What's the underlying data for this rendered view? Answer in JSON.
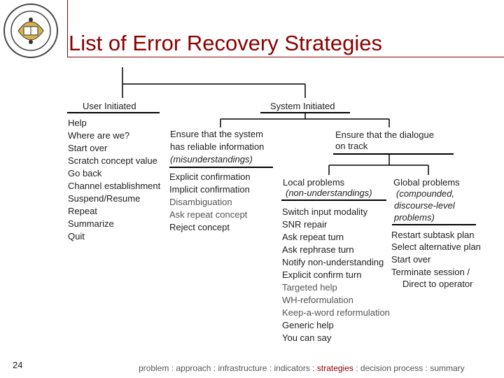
{
  "title": "List of Error Recovery Strategies",
  "page_number": "24",
  "seal_icon": "university-seal-icon",
  "user_initiated": {
    "heading": "User Initiated",
    "items": [
      "Help",
      "Where are we?",
      "Start over",
      "Scratch concept value",
      "Go back",
      "Channel establishment",
      "Suspend/Resume",
      "Repeat",
      "Summarize",
      "Quit"
    ]
  },
  "system_initiated": {
    "heading": "System Initiated",
    "reliable": {
      "heading_line1": "Ensure that the system",
      "heading_line2": "has reliable information",
      "heading_line3": "(misunderstandings)",
      "items": [
        "Explicit confirmation",
        "Implicit confirmation",
        "Disambiguation",
        "Ask repeat concept",
        "Reject concept"
      ]
    },
    "on_track": {
      "heading_line1": "Ensure that the dialogue",
      "heading_line2": "on track",
      "local": {
        "heading_line1": "Local problems",
        "heading_line2": "(non-understandings)",
        "items": [
          "Switch input modality",
          "SNR repair",
          "Ask repeat turn",
          "Ask rephrase turn",
          "Notify non-understanding",
          "Explicit confirm turn",
          "Targeted help",
          "WH-reformulation",
          "Keep-a-word reformulation",
          "Generic help",
          "You can say"
        ]
      },
      "global": {
        "heading_line1": "Global problems",
        "heading_line2": "(compounded,",
        "heading_line3": "discourse-level",
        "heading_line4": "problems)",
        "items": [
          "Restart subtask plan",
          "Select alternative plan",
          "Start over",
          "Terminate session /",
          "Direct to operator"
        ]
      }
    }
  },
  "footer": {
    "items": [
      "problem",
      "approach",
      "infrastructure",
      "indicators",
      "strategies",
      "decision process",
      "summary"
    ],
    "separator": " : ",
    "current": "strategies"
  },
  "colors": {
    "accent": "#8b0000",
    "text": "#202020",
    "muted": "#555555"
  }
}
